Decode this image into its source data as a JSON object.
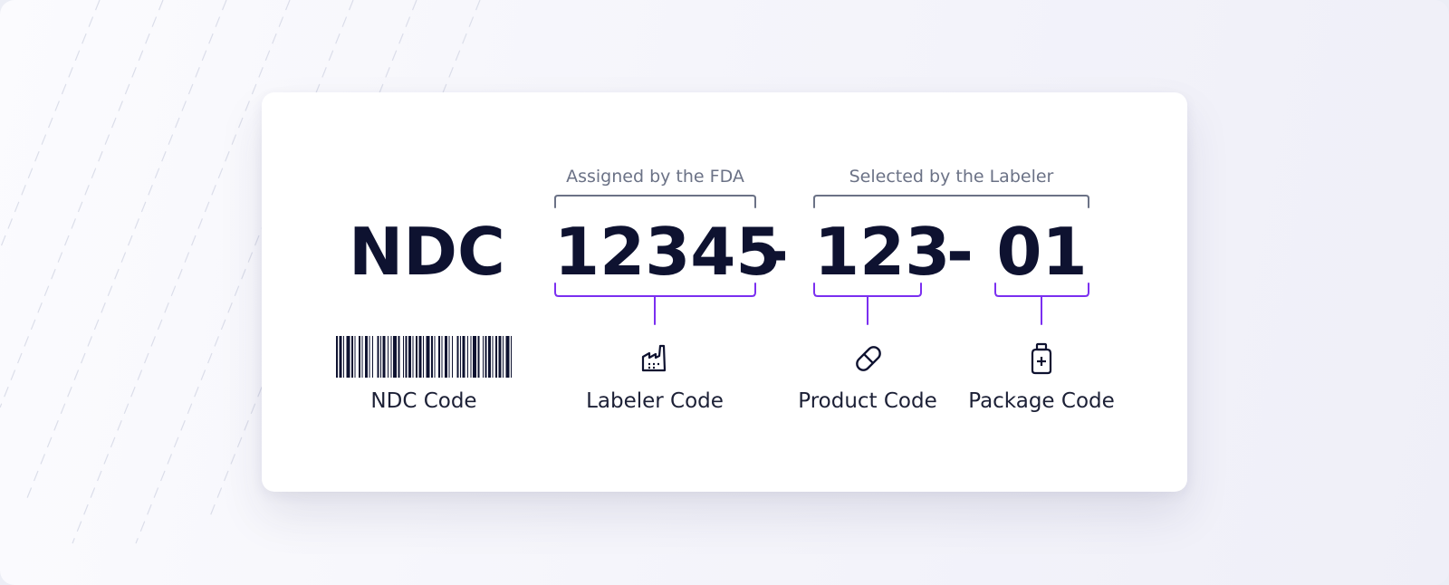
{
  "main_prefix": "NDC",
  "codes": {
    "labeler": "12345",
    "product": "123",
    "package": "01",
    "separator": "-"
  },
  "brackets": {
    "fda_caption": "Assigned by the FDA",
    "labeler_caption": "Selected by the Labeler"
  },
  "labels": {
    "ndc_code": "NDC Code",
    "labeler_code": "Labeler Code",
    "product_code": "Product Code",
    "package_code": "Package Code"
  },
  "icons": {
    "barcode": "barcode-icon",
    "labeler": "factory-icon",
    "product": "pill-icon",
    "package": "medicine-bottle-icon"
  },
  "colors": {
    "ink": "#0e1230",
    "accent": "#7b2ff0",
    "caption_gray": "#6b7286"
  }
}
